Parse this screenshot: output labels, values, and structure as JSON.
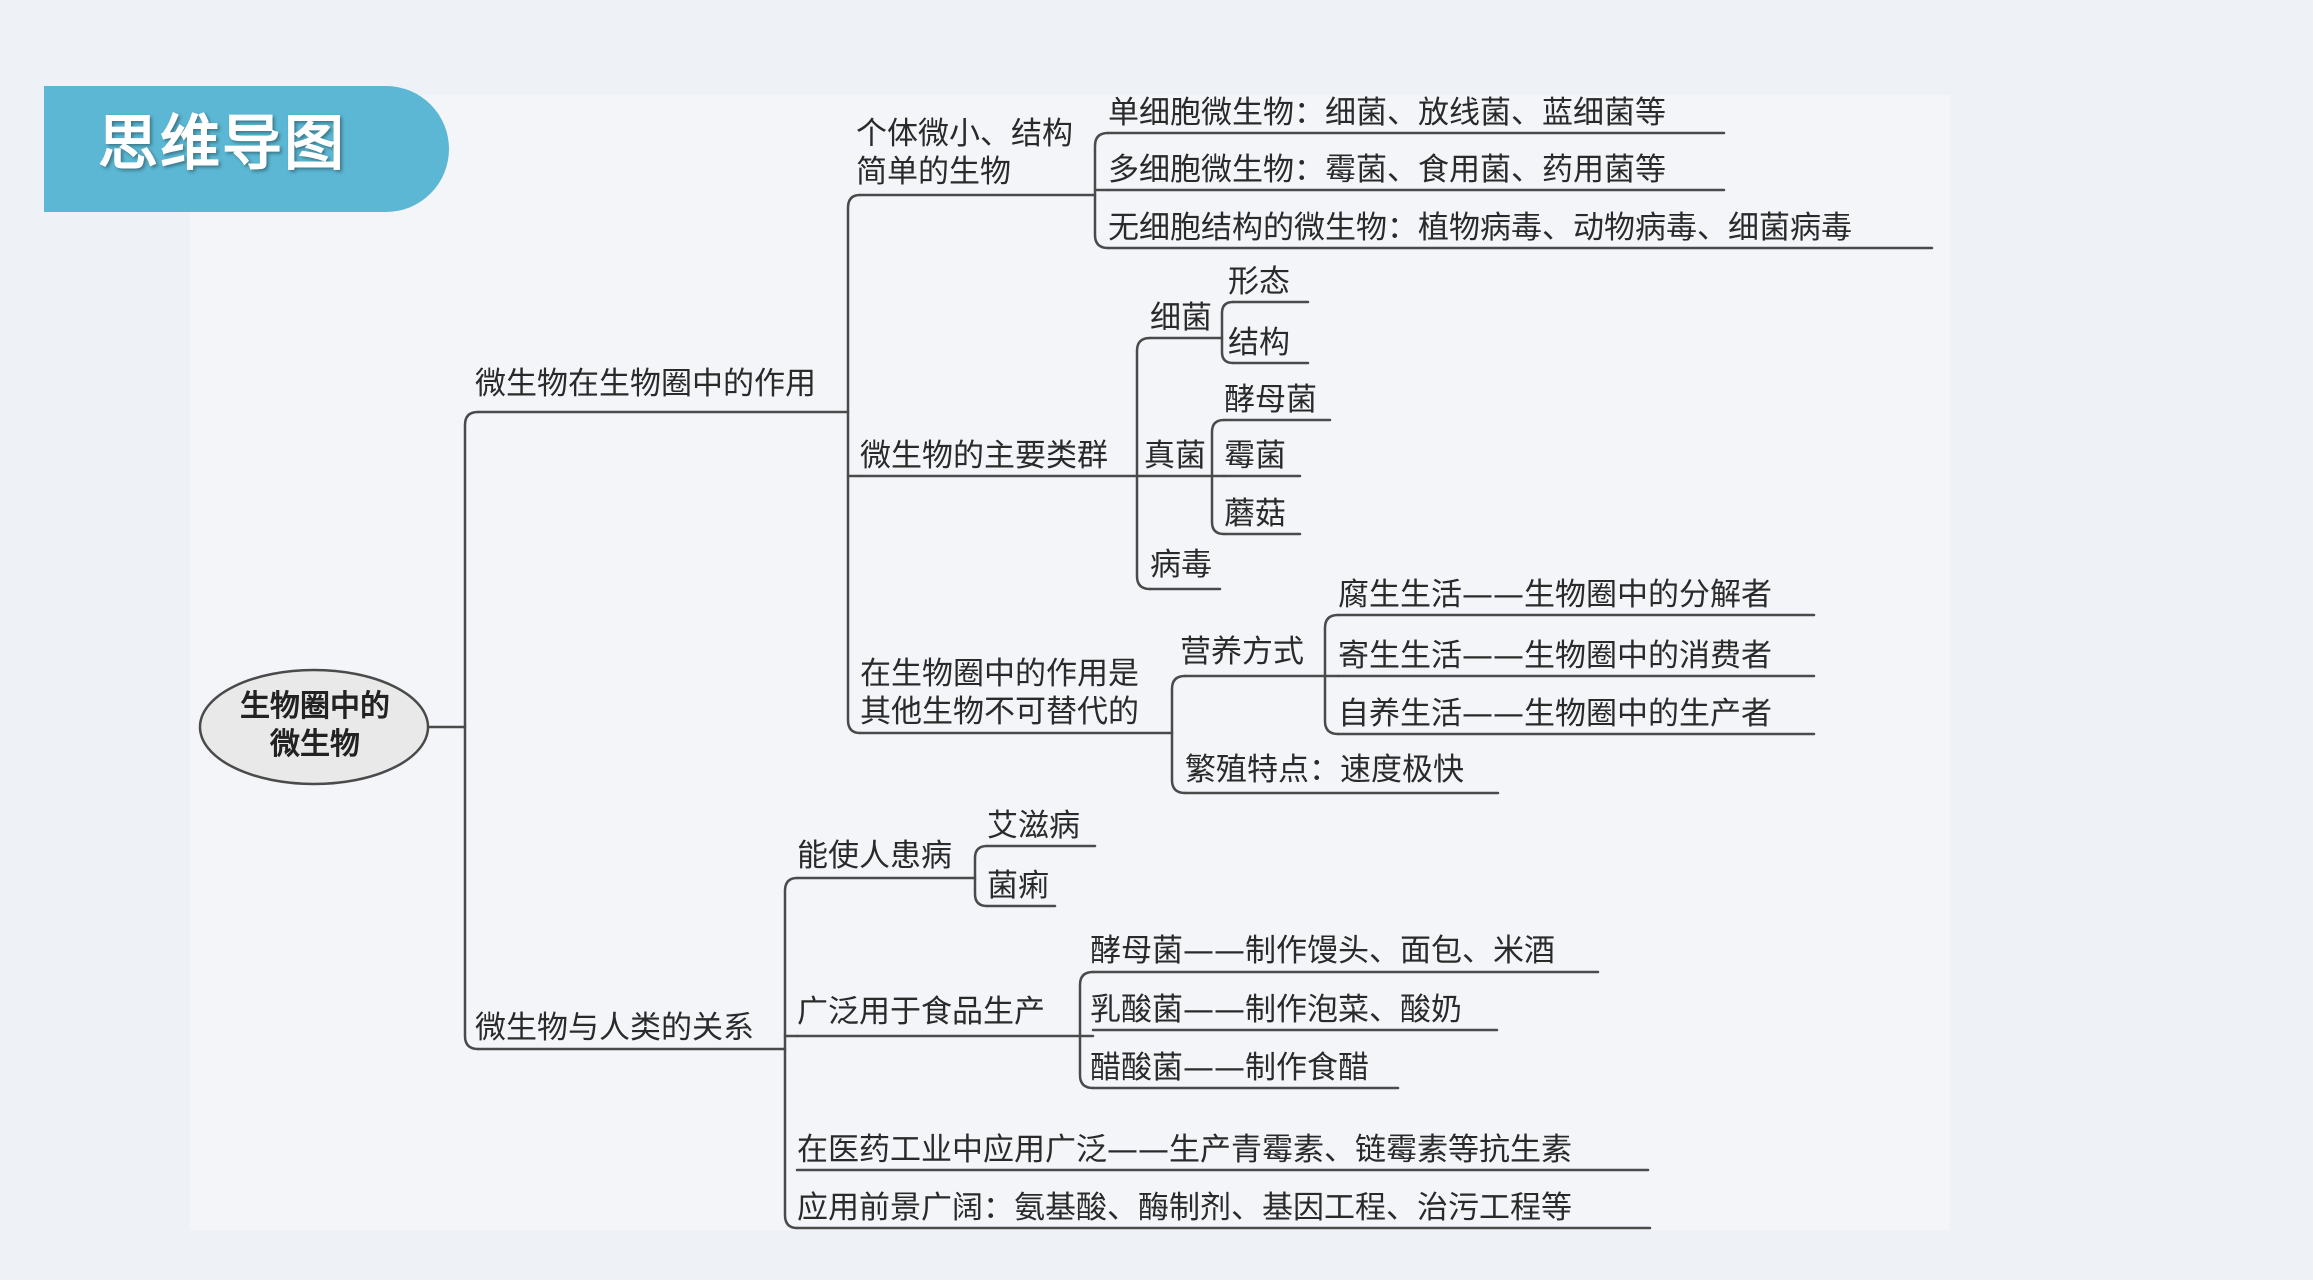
{
  "title": "思维导图",
  "root": {
    "line1": "生物圈中的",
    "line2": "微生物"
  },
  "b1": {
    "label": "微生物在生物圈中的作用",
    "traits": {
      "label1": "个体微小、结构",
      "label2": "简单的生物",
      "items": [
        "单细胞微生物：细菌、放线菌、蓝细菌等",
        "多细胞微生物：霉菌、食用菌、药用菌等",
        "无细胞结构的微生物：植物病毒、动物病毒、细菌病毒"
      ]
    },
    "groups": {
      "label": "微生物的主要类群",
      "bacteria": {
        "label": "细菌",
        "items": [
          "形态",
          "结构"
        ]
      },
      "fungi": {
        "label": "真菌",
        "items": [
          "酵母菌",
          "霉菌",
          "蘑菇"
        ]
      },
      "virus": "病毒"
    },
    "role": {
      "label1": "在生物圈中的作用是",
      "label2": "其他生物不可替代的",
      "nutrition": {
        "label": "营养方式",
        "items": [
          "腐生生活——生物圈中的分解者",
          "寄生生活——生物圈中的消费者",
          "自养生活——生物圈中的生产者"
        ]
      },
      "reproduction": "繁殖特点：速度极快"
    }
  },
  "b2": {
    "label": "微生物与人类的关系",
    "disease": {
      "label": "能使人患病",
      "items": [
        "艾滋病",
        "菌痢"
      ]
    },
    "food": {
      "label": "广泛用于食品生产",
      "items": [
        "酵母菌——制作馒头、面包、米酒",
        "乳酸菌——制作泡菜、酸奶",
        "醋酸菌——制作食醋"
      ]
    },
    "medicine": "在医药工业中应用广泛——生产青霉素、链霉素等抗生素",
    "prospect": "应用前景广阔：氨基酸、酶制剂、基因工程、治污工程等"
  }
}
